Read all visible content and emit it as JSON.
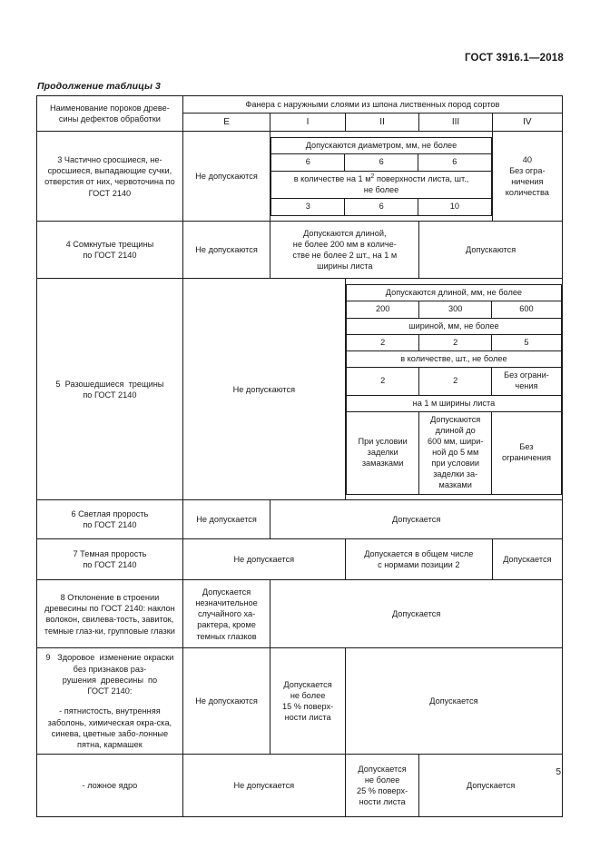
{
  "document": {
    "standard_label": "ГОСТ 3916.1—2018",
    "caption": "Продолжение таблицы 3",
    "page_number": "5"
  },
  "table": {
    "header": {
      "name_column": "Наименование пороков древе-\nсины дефектов обработки",
      "group_header": "Фанера с наружными слоями из шпона лиственных пород сортов",
      "grades": [
        "E",
        "I",
        "II",
        "III",
        "IV"
      ]
    },
    "rows": [
      {
        "id": "row-3",
        "name": "3 Частично сросшиеся, не-сросшиеся, выпадающие сучки, отверстия от них, червоточина по ГОСТ 2140",
        "e": "Не допускаются",
        "diameter_caption": "Допускаются диаметром, мм, не более",
        "diameter_values": [
          "6",
          "6",
          "6"
        ],
        "quantity_caption": "в количестве на 1 м2 поверхности листа, шт., не более",
        "quantity_caption_part1": "в количестве на 1 м",
        "quantity_caption_sup": "2",
        "quantity_caption_part2": " поверхности листа, шт.,",
        "quantity_caption_part3": "не более",
        "quantity_values": [
          "3",
          "6",
          "10"
        ],
        "iv_value": "40",
        "iv_note": "Без огра-\nничения\nколичества",
        "iv_note_lines": [
          "Без огра-",
          "ничения",
          "количества"
        ]
      },
      {
        "id": "row-4",
        "name": "4 Сомкнутые трещины по ГОСТ 2140",
        "e": "Не допускаются",
        "mid_lines": [
          "Допускаются длиной,",
          "не более 200 мм в количе-",
          "стве не более 2 шт., на 1 м",
          "ширины листа"
        ],
        "right": "Допускаются"
      },
      {
        "id": "row-5",
        "name": "5 Разошедшиеся трещины по ГОСТ 2140",
        "e_i": "Не допускаются",
        "length_caption": "Допускаются длиной, мм, не более",
        "length_values": [
          "200",
          "300",
          "600"
        ],
        "width_caption": "шириной, мм, не более",
        "width_values": [
          "2",
          "2",
          "5"
        ],
        "quantity_caption": "в количестве, шт., не более",
        "quantity_values": [
          "2",
          "2",
          "Без ограни-\nчения"
        ],
        "quantity_values_iv_lines": [
          "Без ограни-",
          "чения"
        ],
        "per_meter_caption": "на 1 м ширины листа",
        "condition_ii_lines": [
          "При условии",
          "заделки",
          "замазками"
        ],
        "condition_iii_lines": [
          "Допускаются",
          "длиной до",
          "600 мм, шири-",
          "ной до 5 мм",
          "при условии",
          "заделки за-",
          "мазками"
        ],
        "condition_iv_lines": [
          "Без",
          "ограничения"
        ]
      },
      {
        "id": "row-6",
        "name": "6 Светлая прорость по ГОСТ 2140",
        "e": "Не допускается",
        "rest": "Допускается"
      },
      {
        "id": "row-7",
        "name": "7 Темная прорость по ГОСТ 2140",
        "e_i": "Не допускается",
        "ii_iii_lines": [
          "Допускается в общем числе",
          "с нормами позиции 2"
        ],
        "iv": "Допускается"
      },
      {
        "id": "row-8",
        "name": "8 Отклонение в строении древесины по ГОСТ 2140: наклон волокон, свилева-тость, завиток, темные глаз-ки, групповые глазки",
        "e_lines": [
          "Допускается",
          "незначительное",
          "случайного ха-",
          "рактера, кроме",
          "темных глазков"
        ],
        "rest": "Допускается"
      },
      {
        "id": "row-9",
        "name_line1": "9 Здоровое изменение окраски без признаков раз-рушения древесины по ГОСТ 2140:",
        "name_line2": "- пятнистость, внутренняя заболонь, химическая окра-ска, синева, цветные забо-лонные пятна, кармашек",
        "e": "Не допускаются",
        "ii_lines": [
          "Допускается",
          "не более",
          "15 % поверх-",
          "ности листа"
        ],
        "rest": "Допускается"
      },
      {
        "id": "row-10",
        "name": "- ложное ядро",
        "e_i": "Не допускается",
        "ii_lines": [
          "Допускается",
          "не более",
          "25 % поверх-",
          "ности листа"
        ],
        "rest": "Допускается"
      }
    ]
  }
}
